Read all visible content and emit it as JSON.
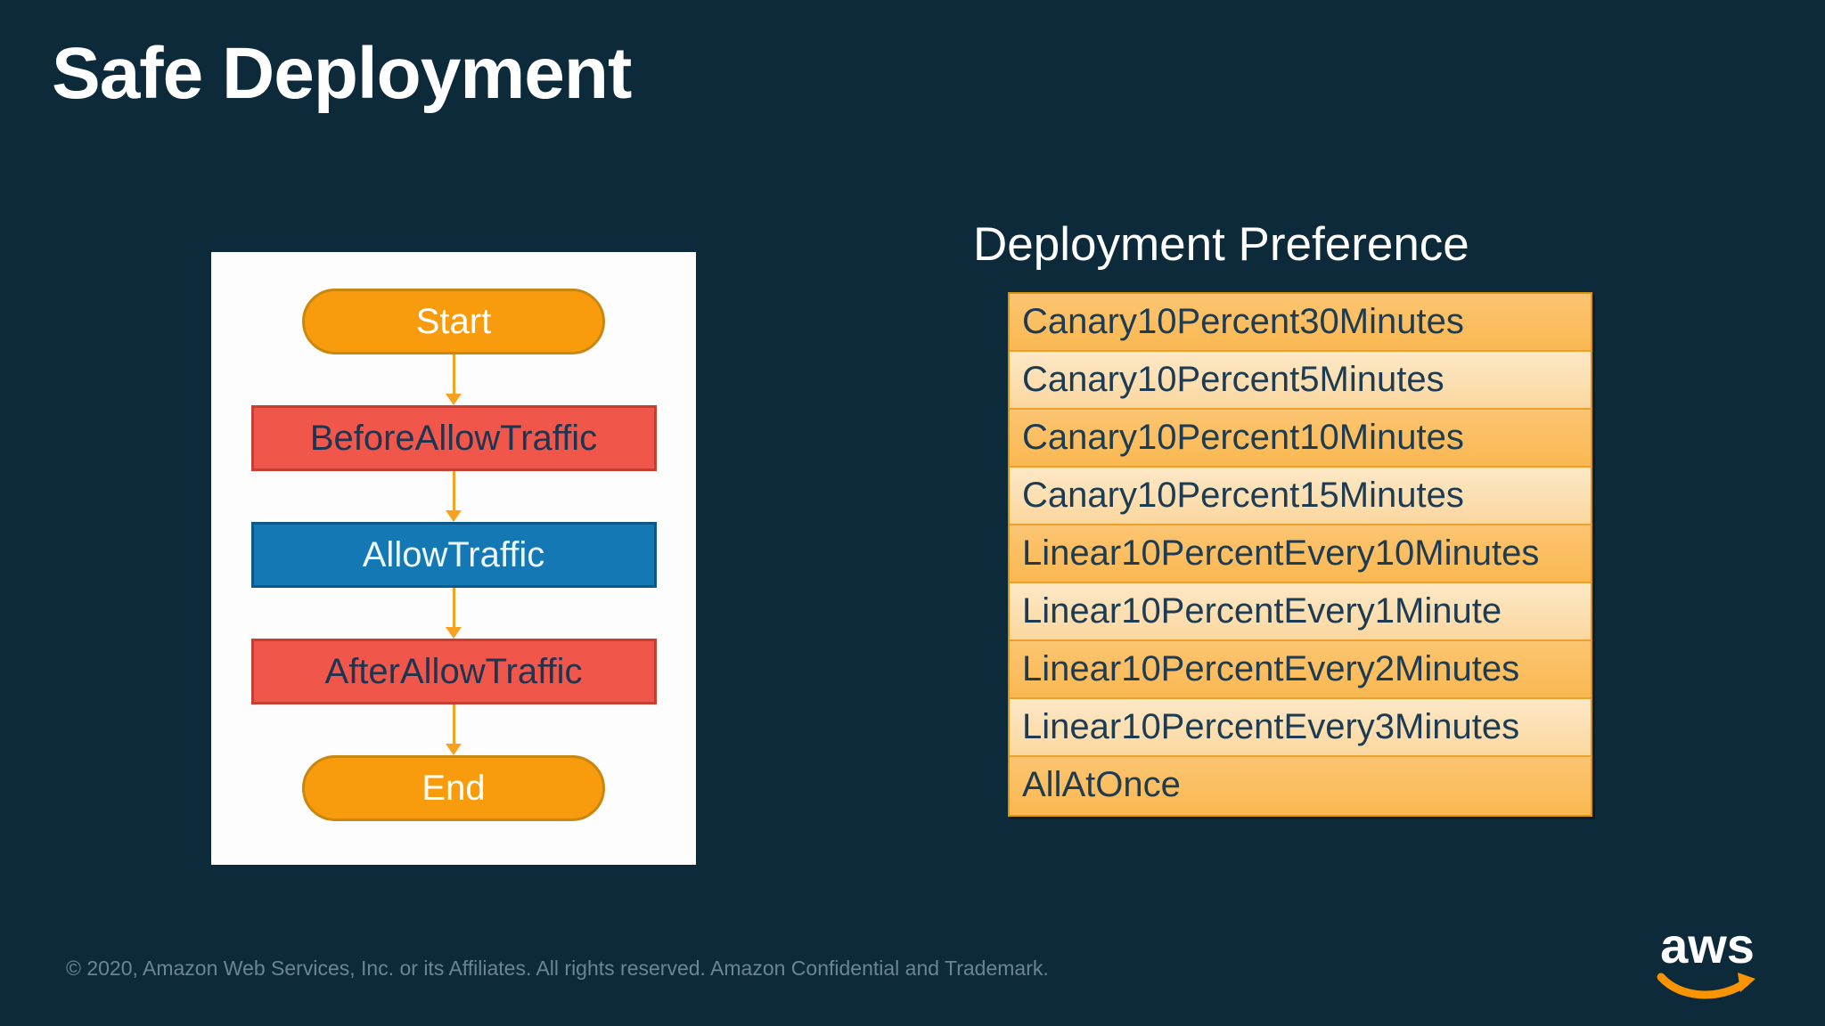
{
  "slide": {
    "title": "Safe Deployment"
  },
  "flowchart": {
    "nodes": [
      {
        "id": "start",
        "label": "Start",
        "type": "terminator"
      },
      {
        "id": "before-allow-traffic",
        "label": "BeforeAllowTraffic",
        "type": "hook"
      },
      {
        "id": "allow-traffic",
        "label": "AllowTraffic",
        "type": "traffic"
      },
      {
        "id": "after-allow-traffic",
        "label": "AfterAllowTraffic",
        "type": "hook"
      },
      {
        "id": "end",
        "label": "End",
        "type": "terminator"
      }
    ]
  },
  "preference": {
    "heading": "Deployment Preference",
    "rows": [
      "Canary10Percent30Minutes",
      "Canary10Percent5Minutes",
      "Canary10Percent10Minutes",
      "Canary10Percent15Minutes",
      "Linear10PercentEvery10Minutes",
      "Linear10PercentEvery1Minute",
      "Linear10PercentEvery2Minutes",
      "Linear10PercentEvery3Minutes",
      "AllAtOnce"
    ]
  },
  "footer": {
    "copyright": "© 2020, Amazon Web Services, Inc. or its Affiliates. All rights reserved. Amazon Confidential and Trademark."
  },
  "logo": {
    "text": "aws"
  },
  "colors": {
    "background": "#0c2a3a",
    "panel": "#fdfdfe",
    "terminator_fill": "#f89c0d",
    "terminator_border": "#c9870e",
    "hook_fill": "#f1564b",
    "hook_border": "#c83e33",
    "traffic_fill": "#1478b5",
    "traffic_border": "#0b598a",
    "arrow": "#f6a21e",
    "row_orange": "#fbbe5e",
    "row_light": "#fcdfad",
    "table_border": "#df940e",
    "row_text": "#1d3b52",
    "footer_text": "#6d8494",
    "logo_smile": "#f79400"
  }
}
